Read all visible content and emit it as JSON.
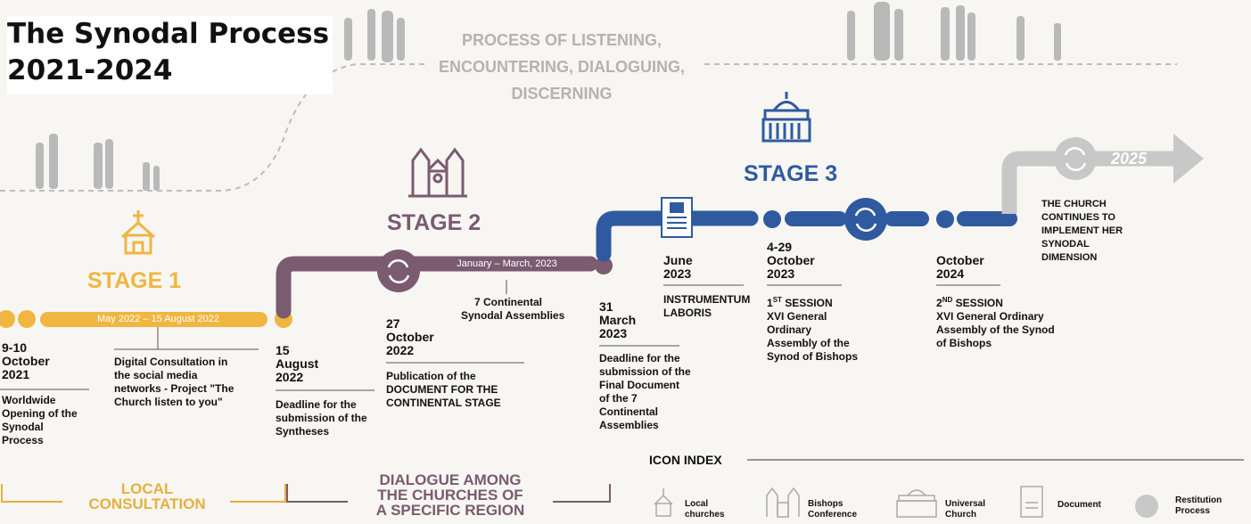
{
  "title": {
    "line1": "The Synodal Process",
    "line2": "2021-2024"
  },
  "process_banner": {
    "line1": "PROCESS OF LISTENING,",
    "line2": "ENCOUNTERING, DIALOGUING,",
    "line3": "DISCERNING"
  },
  "stages": {
    "stage1": "STAGE 1",
    "stage2": "STAGE 2",
    "stage3": "STAGE 3"
  },
  "colors": {
    "stage1": "#f0b640",
    "stage2": "#7a5b70",
    "stage3": "#2f5aa0",
    "future": "#c8c8c8"
  },
  "stage1": {
    "pill": "May 2022 – 15 August 2022",
    "e1_date": [
      "9-10",
      "October",
      "2021"
    ],
    "e1_desc": [
      "Worldwide",
      "Opening of the",
      "Synodal",
      "Process"
    ],
    "e2_desc": [
      "Digital Consultation in",
      "the social media",
      "networks - Project \"The",
      "Church listen to you\""
    ],
    "e3_date": [
      "15",
      "August",
      "2022"
    ],
    "e3_desc": [
      "Deadline for the",
      "submission of the",
      "Syntheses"
    ]
  },
  "stage2": {
    "pill": "January – March, 2023",
    "assemblies": [
      "7 Continental",
      "Synodal Assemblies"
    ],
    "e1_date": [
      "27",
      "October",
      "2022"
    ],
    "e1_desc": [
      "Publication of the",
      "DOCUMENT FOR THE",
      "CONTINENTAL STAGE"
    ],
    "e2_date": [
      "31",
      "March",
      "2023"
    ],
    "e2_desc": [
      "Deadline for the",
      "submission of the",
      "Final Document",
      "of the 7",
      "Continental",
      "Assemblies"
    ]
  },
  "stage3": {
    "e1_date": [
      "June",
      "2023"
    ],
    "e1_desc": [
      "INSTRUMENTUM",
      "LABORIS"
    ],
    "e2_date": [
      "4-29",
      "October",
      "2023"
    ],
    "e2_sup_prefix": "1",
    "e2_sup": "ST",
    "e2_desc_first": " SESSION",
    "e2_desc": [
      "XVI General",
      "Ordinary",
      "Assembly of the",
      "Synod of Bishops"
    ],
    "e3_date": [
      "October",
      "2024"
    ],
    "e3_sup_prefix": "2",
    "e3_sup": "ND",
    "e3_desc_first": " SESSION",
    "e3_desc": [
      "XVI General Ordinary",
      "Assembly of the Synod",
      "of Bishops"
    ]
  },
  "future": {
    "year": "2025",
    "text": [
      "THE CHURCH",
      "CONTINUES TO",
      "IMPLEMENT HER",
      "SYNODAL",
      "DIMENSION"
    ]
  },
  "bottom": {
    "local": [
      "LOCAL",
      "CONSULTATION"
    ],
    "dialogue": [
      "DIALOGUE AMONG",
      "THE CHURCHES OF",
      "A SPECIFIC REGION"
    ]
  },
  "icon_index": {
    "title": "ICON INDEX",
    "items": [
      {
        "icon": "church-icon",
        "label": [
          "Local",
          "churches"
        ]
      },
      {
        "icon": "bishops-conference-icon",
        "label": [
          "Bishops",
          "Conference"
        ]
      },
      {
        "icon": "basilica-icon",
        "label": [
          "Universal",
          "Church"
        ]
      },
      {
        "icon": "document-icon",
        "label": [
          "Document"
        ]
      },
      {
        "icon": "restitution-icon",
        "label": [
          "Restitution",
          "Process"
        ]
      }
    ]
  }
}
